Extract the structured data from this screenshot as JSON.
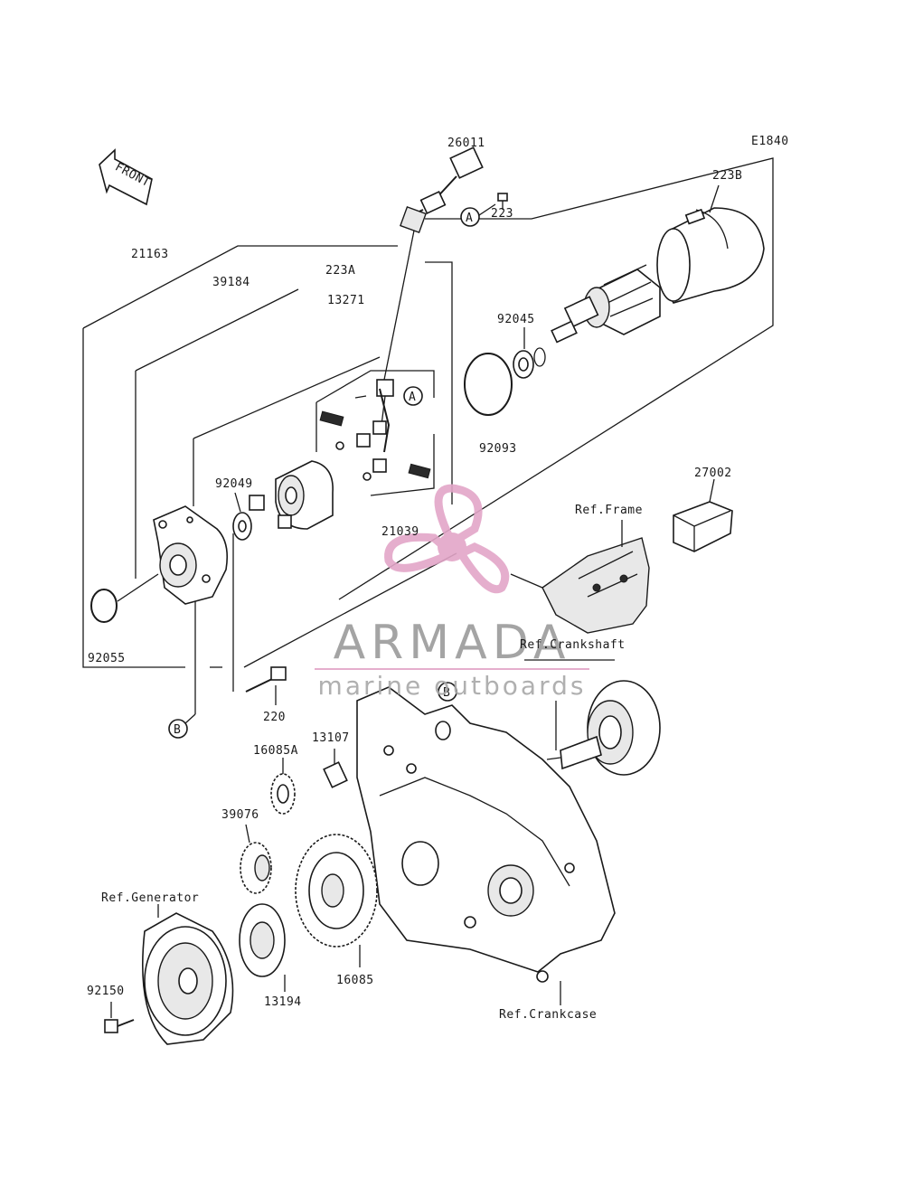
{
  "diagram": {
    "code": "E1840",
    "front_label": "FRONT",
    "labels": {
      "p26011": "26011",
      "p223": "223",
      "p223B": "223B",
      "p21163": "21163",
      "p39184": "39184",
      "p223A": "223A",
      "p13271": "13271",
      "p92045": "92045",
      "p92093": "92093",
      "p92049": "92049",
      "p27002": "27002",
      "p21039": "21039",
      "p92055": "92055",
      "p220": "220",
      "p13107": "13107",
      "p16085A": "16085A",
      "p39076": "39076",
      "p16085": "16085",
      "p13194": "13194",
      "p92150": "92150"
    },
    "refs": {
      "frame": "Ref.Frame",
      "crankshaft": "Ref.Crankshaft",
      "generator": "Ref.Generator",
      "crankcase": "Ref.Crankcase"
    },
    "callouts": {
      "a": "A",
      "b": "B"
    }
  },
  "watermark": {
    "name": "ARMADA",
    "tagline": "marine outboards",
    "color": "#e3a6c8"
  }
}
